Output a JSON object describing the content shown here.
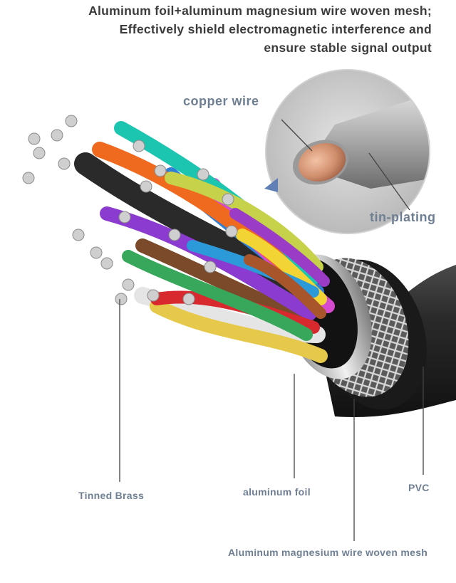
{
  "headline": {
    "line1": "Aluminum foil+aluminum magnesium wire woven mesh;",
    "line2": "Effectively shield electromagnetic interference and",
    "line3": "ensure stable signal output"
  },
  "labels": {
    "copper_wire": "copper wire",
    "tin_plating": "tin-plating",
    "tinned_brass": "Tinned Brass",
    "aluminum_foil": "aluminum foil",
    "pvc": "PVC",
    "woven_mesh": "Aluminum magnesium wire woven mesh"
  },
  "colors": {
    "text_dark": "#3b3b3b",
    "label": "#6f7f93",
    "pointer": "#5f7fb6",
    "jacket": "#1e1e1e",
    "copper": "#c98b6a"
  }
}
